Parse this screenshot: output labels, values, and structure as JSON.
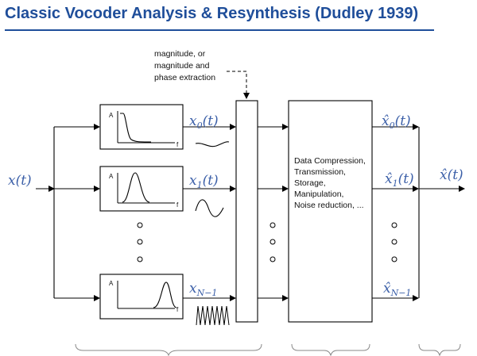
{
  "title": "Classic Vocoder Analysis & Resynthesis (Dudley 1939)",
  "input_signal": "x(t)",
  "output_signal": "x̂(t)",
  "annotation": [
    "magnitude, or",
    "magnitude and",
    "phase extraction"
  ],
  "filters": [
    {
      "label_base": "x",
      "label_sub": "0",
      "label_arg": "(t)",
      "axis_y": "A",
      "axis_x": "f"
    },
    {
      "label_base": "x",
      "label_sub": "1",
      "label_arg": "(t)",
      "axis_y": "A",
      "axis_x": "f"
    },
    {
      "label_base": "x",
      "label_sub": "N−1",
      "label_arg": "",
      "axis_y": "A",
      "axis_x": "f"
    }
  ],
  "processing_lines": [
    "Data Compression,",
    "Transmission,",
    "Storage,",
    "Manipulation,",
    "Noise reduction, ..."
  ],
  "outputs": [
    {
      "label_base": "x̂",
      "label_sub": "0",
      "label_arg": "(t)"
    },
    {
      "label_base": "x̂",
      "label_sub": "1",
      "label_arg": "(t)"
    },
    {
      "label_base": "x̂",
      "label_sub": "N−1",
      "label_arg": ""
    }
  ],
  "colors": {
    "title": "#1f4e9a",
    "math": "#3b5fa8",
    "lines": "#000000"
  }
}
